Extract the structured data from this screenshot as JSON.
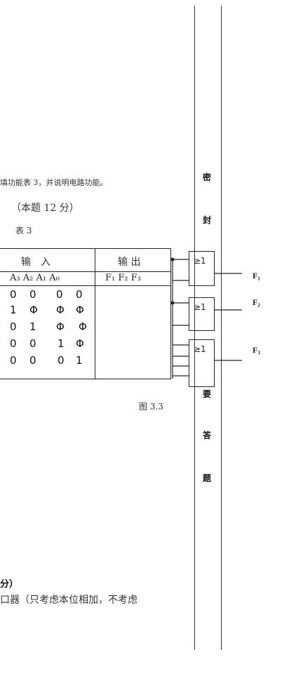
{
  "question": {
    "line1": "填功能表 3，并说明电路功能。",
    "score": "（本题 12 分）",
    "table_caption": "表 3"
  },
  "table": {
    "input_header": "输　入",
    "output_header": "输 出",
    "input_sub": "A₃ A₂ A₁ A₀",
    "output_sub": "F₁ F₂ F₃",
    "rows": [
      [
        "0",
        "0",
        "0",
        "0"
      ],
      [
        "1",
        "Φ",
        "Φ",
        "Φ"
      ],
      [
        "0",
        "1",
        "Φ",
        "Φ"
      ],
      [
        "0",
        "0",
        "1",
        "Φ"
      ],
      [
        "0",
        "0",
        "0",
        "1"
      ]
    ]
  },
  "figure": {
    "caption": "图 3.3",
    "gate_label": "≥1",
    "outputs": [
      "F₁",
      "F₂",
      "F₃"
    ]
  },
  "seal_strip": {
    "chars": [
      "密",
      "封",
      "要",
      "答",
      "题"
    ]
  },
  "bottom": {
    "heading_fragment": "分）",
    "text_fragment": "口器（只考虑本位相加，不考虑"
  }
}
